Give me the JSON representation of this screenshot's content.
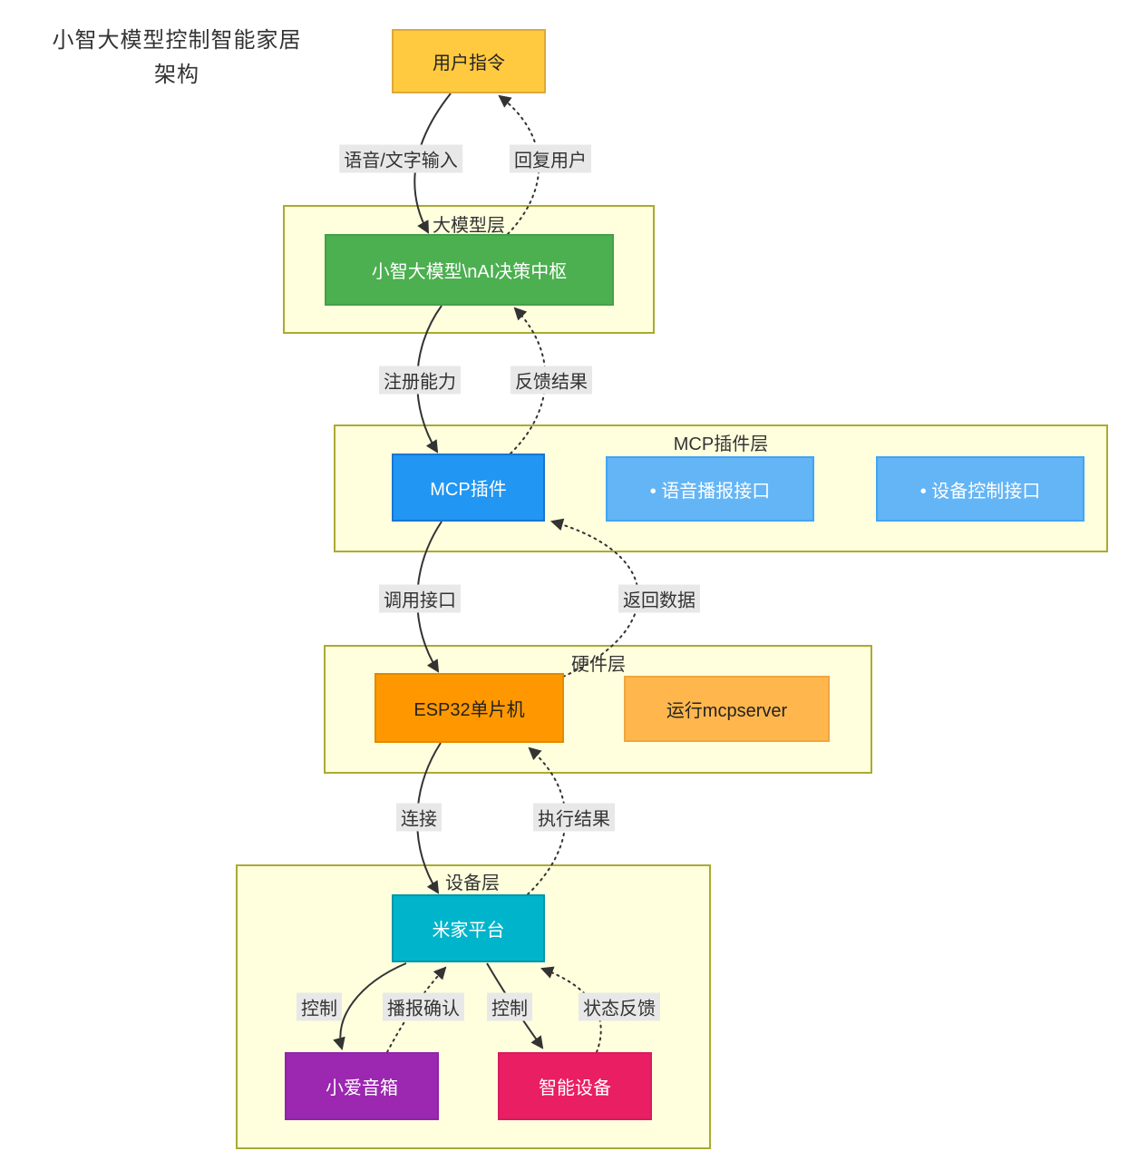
{
  "diagram": {
    "title_lines": [
      "小智大模型控制智能家居",
      "架构"
    ],
    "layers": {
      "llm": {
        "label": "大模型层"
      },
      "mcp": {
        "label": "MCP插件层"
      },
      "hardware": {
        "label": "硬件层"
      },
      "device": {
        "label": "设备层"
      }
    },
    "nodes": {
      "user_command": {
        "label": "用户指令",
        "fill": "#FFC940",
        "stroke": "#E0A838",
        "text": "#222222"
      },
      "ai_model": {
        "label": "小智大模型\\nAI决策中枢",
        "fill": "#4CAF50",
        "stroke": "#43A047",
        "text": "#FFFFFF"
      },
      "mcp_plugin": {
        "label": "MCP插件",
        "fill": "#2196F3",
        "stroke": "#1976D2",
        "text": "#FFFFFF"
      },
      "voice_api": {
        "label": "• 语音播报接口",
        "fill": "#64B5F6",
        "stroke": "#42A5F5",
        "text": "#FFFFFF"
      },
      "device_api": {
        "label": "• 设备控制接口",
        "fill": "#64B5F6",
        "stroke": "#42A5F5",
        "text": "#FFFFFF"
      },
      "esp32": {
        "label": "ESP32单片机",
        "fill": "#FF9800",
        "stroke": "#E08A00",
        "text": "#222222"
      },
      "mcpserver": {
        "label": "运行mcpserver",
        "fill": "#FFB74D",
        "stroke": "#F0A63C",
        "text": "#222222"
      },
      "mijia": {
        "label": "米家平台",
        "fill": "#00B5CB",
        "stroke": "#0097A7",
        "text": "#FFFFFF"
      },
      "xiaoai": {
        "label": "小爱音箱",
        "fill": "#9C27B0",
        "stroke": "#8E24AA",
        "text": "#FFFFFF"
      },
      "smart_device": {
        "label": "智能设备",
        "fill": "#E91E63",
        "stroke": "#D81B60",
        "text": "#FFFFFF"
      }
    },
    "edges": {
      "voice_input": {
        "label": "语音/文字输入",
        "style": "solid"
      },
      "reply_user": {
        "label": "回复用户",
        "style": "dotted"
      },
      "register": {
        "label": "注册能力",
        "style": "solid"
      },
      "feedback": {
        "label": "反馈结果",
        "style": "dotted"
      },
      "call_api": {
        "label": "调用接口",
        "style": "solid"
      },
      "return_data": {
        "label": "返回数据",
        "style": "dotted"
      },
      "connect": {
        "label": "连接",
        "style": "solid"
      },
      "exec_result": {
        "label": "执行结果",
        "style": "dotted"
      },
      "control_speaker": {
        "label": "控制",
        "style": "solid"
      },
      "broadcast_confirm": {
        "label": "播报确认",
        "style": "dotted"
      },
      "control_device": {
        "label": "控制",
        "style": "solid"
      },
      "status_feedback": {
        "label": "状态反馈",
        "style": "dotted"
      }
    },
    "colors": {
      "edge": "#333333",
      "edge_label_bg": "#E8E8E8",
      "edge_label_text": "#333333",
      "layer_fill": "#FFFFDE",
      "layer_border": "#AAAA33",
      "background": "#FFFFFF",
      "title_text": "#333333"
    }
  }
}
